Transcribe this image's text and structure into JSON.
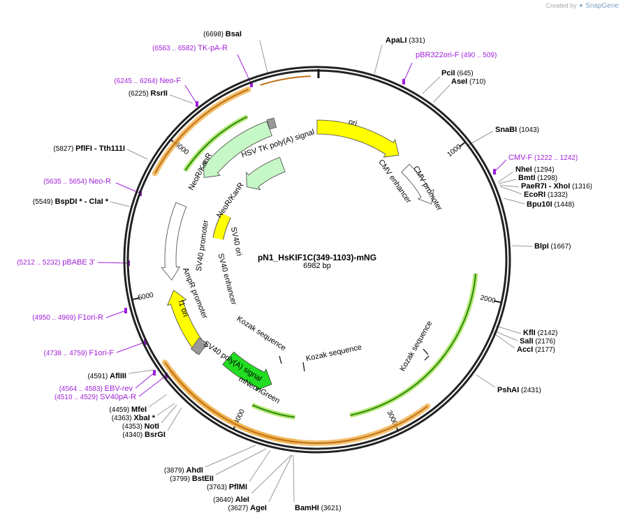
{
  "credit": {
    "prefix": "Created by",
    "brand": "SnapGene"
  },
  "plasmid": {
    "name": "pN1_HsKIF1C(349-1103)-mNG",
    "size": "6982 bp"
  },
  "backbone_ticks": [
    "1000",
    "2000",
    "3000",
    "4000",
    "5000",
    "6000"
  ],
  "enzyme_sites": [
    {
      "name": "BsaI",
      "pos": "(6698)"
    },
    {
      "name": "ApaLI",
      "pos": "(331)"
    },
    {
      "name": "PciI",
      "pos": "(645)"
    },
    {
      "name": "AseI",
      "pos": "(710)"
    },
    {
      "name": "SnaBI",
      "pos": "(1043)"
    },
    {
      "name": "NheI",
      "pos": "(1294)"
    },
    {
      "name": "BmtI",
      "pos": "(1298)"
    },
    {
      "name": "PaeR7I  - XhoI",
      "pos": "(1316)"
    },
    {
      "name": "EcoRI",
      "pos": "(1332)"
    },
    {
      "name": "Bpu10I",
      "pos": "(1448)"
    },
    {
      "name": "BlpI",
      "pos": "(1667)"
    },
    {
      "name": "KflI",
      "pos": "(2142)"
    },
    {
      "name": "SalI",
      "pos": "(2176)"
    },
    {
      "name": "AccI",
      "pos": "(2177)"
    },
    {
      "name": "PshAI",
      "pos": "(2431)"
    },
    {
      "name": "BamHI",
      "pos": "(3621)"
    },
    {
      "name": "AgeI",
      "pos": "(3627)"
    },
    {
      "name": "AleI",
      "pos": "(3640)"
    },
    {
      "name": "PflMI",
      "pos": "(3763)"
    },
    {
      "name": "BstEII",
      "pos": "(3799)"
    },
    {
      "name": "AhdI",
      "pos": "(3879)"
    },
    {
      "name": "BsrGI",
      "pos": "(4340)"
    },
    {
      "name": "NotI",
      "pos": "(4353)"
    },
    {
      "name": "XbaI *",
      "pos": "(4363)"
    },
    {
      "name": "MfeI",
      "pos": "(4459)"
    },
    {
      "name": "AflIII",
      "pos": "(4591)"
    },
    {
      "name": "BspDI *  - ClaI *",
      "pos": "(5549)"
    },
    {
      "name": "PflFI  - Tth111I",
      "pos": "(5827)"
    },
    {
      "name": "RsrII",
      "pos": "(6225)"
    }
  ],
  "primer_sites": [
    {
      "name": "pBR322ori-F",
      "range": "(490 .. 509)"
    },
    {
      "name": "CMV-F",
      "range": "(1222 .. 1242)"
    },
    {
      "name": "TK-pA-R",
      "range": "(6563 .. 6582)"
    },
    {
      "name": "Neo-F",
      "range": "(6245 .. 6264)"
    },
    {
      "name": "Neo-R",
      "range": "(5635 .. 5654)"
    },
    {
      "name": "pBABE 3'",
      "range": "(5212 .. 5232)"
    },
    {
      "name": "F1ori-R",
      "range": "(4950 .. 4969)"
    },
    {
      "name": "F1ori-F",
      "range": "(4738 .. 4759)"
    },
    {
      "name": "EBV-rev",
      "range": "(4564 .. 4583)"
    },
    {
      "name": "SV40pA-R",
      "range": "(4510 .. 4529)"
    }
  ],
  "features": [
    {
      "name": "ori"
    },
    {
      "name": "CMV enhancer"
    },
    {
      "name": "CMV promoter"
    },
    {
      "name": "HSV TK poly(A) signal"
    },
    {
      "name": "NeoR/KanR"
    },
    {
      "name": "SV40 ori"
    },
    {
      "name": "SV40 promoter"
    },
    {
      "name": "SV40 enhancer"
    },
    {
      "name": "AmpR promoter"
    },
    {
      "name": "f1 ori"
    },
    {
      "name": "SV40 poly(A) signal"
    },
    {
      "name": "mNeonGreen"
    },
    {
      "name": "Kozak sequence"
    }
  ],
  "colors": {
    "backbone": "#222222",
    "enzyme_text": "#000000",
    "primer": "#a020d8",
    "ori": "#ffff00",
    "neo": "#c6f7c6",
    "mneongreen": "#22dd22",
    "orf_outline": "#f0b14a",
    "orf_arrow": "#c07018",
    "orf_green_glow": "#b8e878",
    "orf_green": "#2d8a0c",
    "promoter": "#ffffff",
    "polya": "#999999",
    "tick_lines": "#999999"
  }
}
